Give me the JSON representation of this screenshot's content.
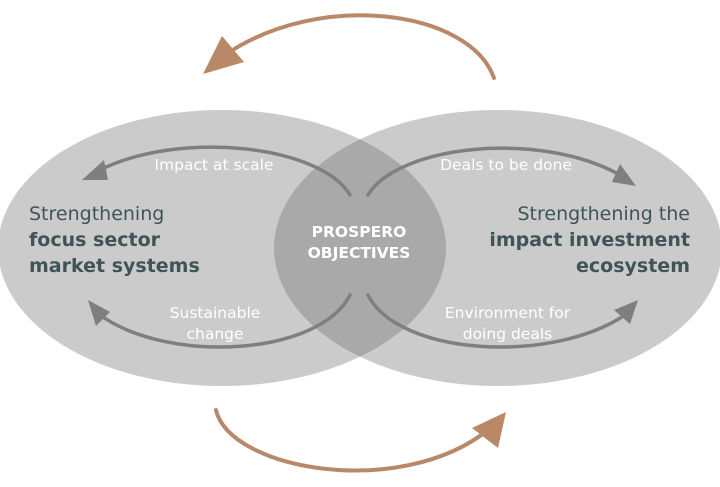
{
  "diagram": {
    "center_line1": "PROSPERO",
    "center_line2": "OBJECTIVES",
    "left": {
      "line1": "Strengthening",
      "line2": "focus sector",
      "line3": "market systems"
    },
    "right": {
      "line1": "Strengthening the",
      "line2": "impact investment",
      "line3": "ecosystem"
    },
    "labels": {
      "top_left": "Impact at scale",
      "top_right": "Deals to be done",
      "bottom_left_1": "Sustainable",
      "bottom_left_2": "change",
      "bottom_right_1": "Environment for",
      "bottom_right_2": "doing deals"
    },
    "colors": {
      "ellipse": "#cbcbcb",
      "overlap": "#a9a9a9",
      "inner_arrow": "#7f7f7f",
      "outer_arrow": "#b98869",
      "heading_text": "#3f5457"
    }
  }
}
